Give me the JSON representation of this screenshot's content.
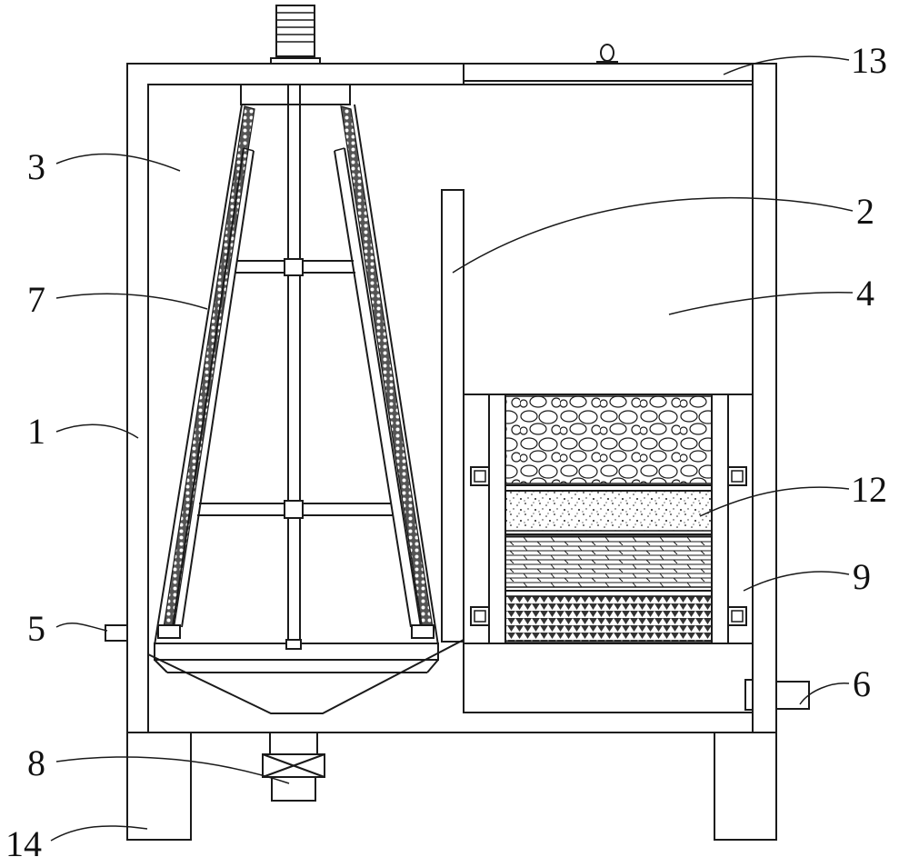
{
  "labels": {
    "n1": "1",
    "n2": "2",
    "n3": "3",
    "n4": "4",
    "n5": "5",
    "n6": "6",
    "n7": "7",
    "n8": "8",
    "n9": "9",
    "n12": "12",
    "n13": "13",
    "n14": "14"
  }
}
